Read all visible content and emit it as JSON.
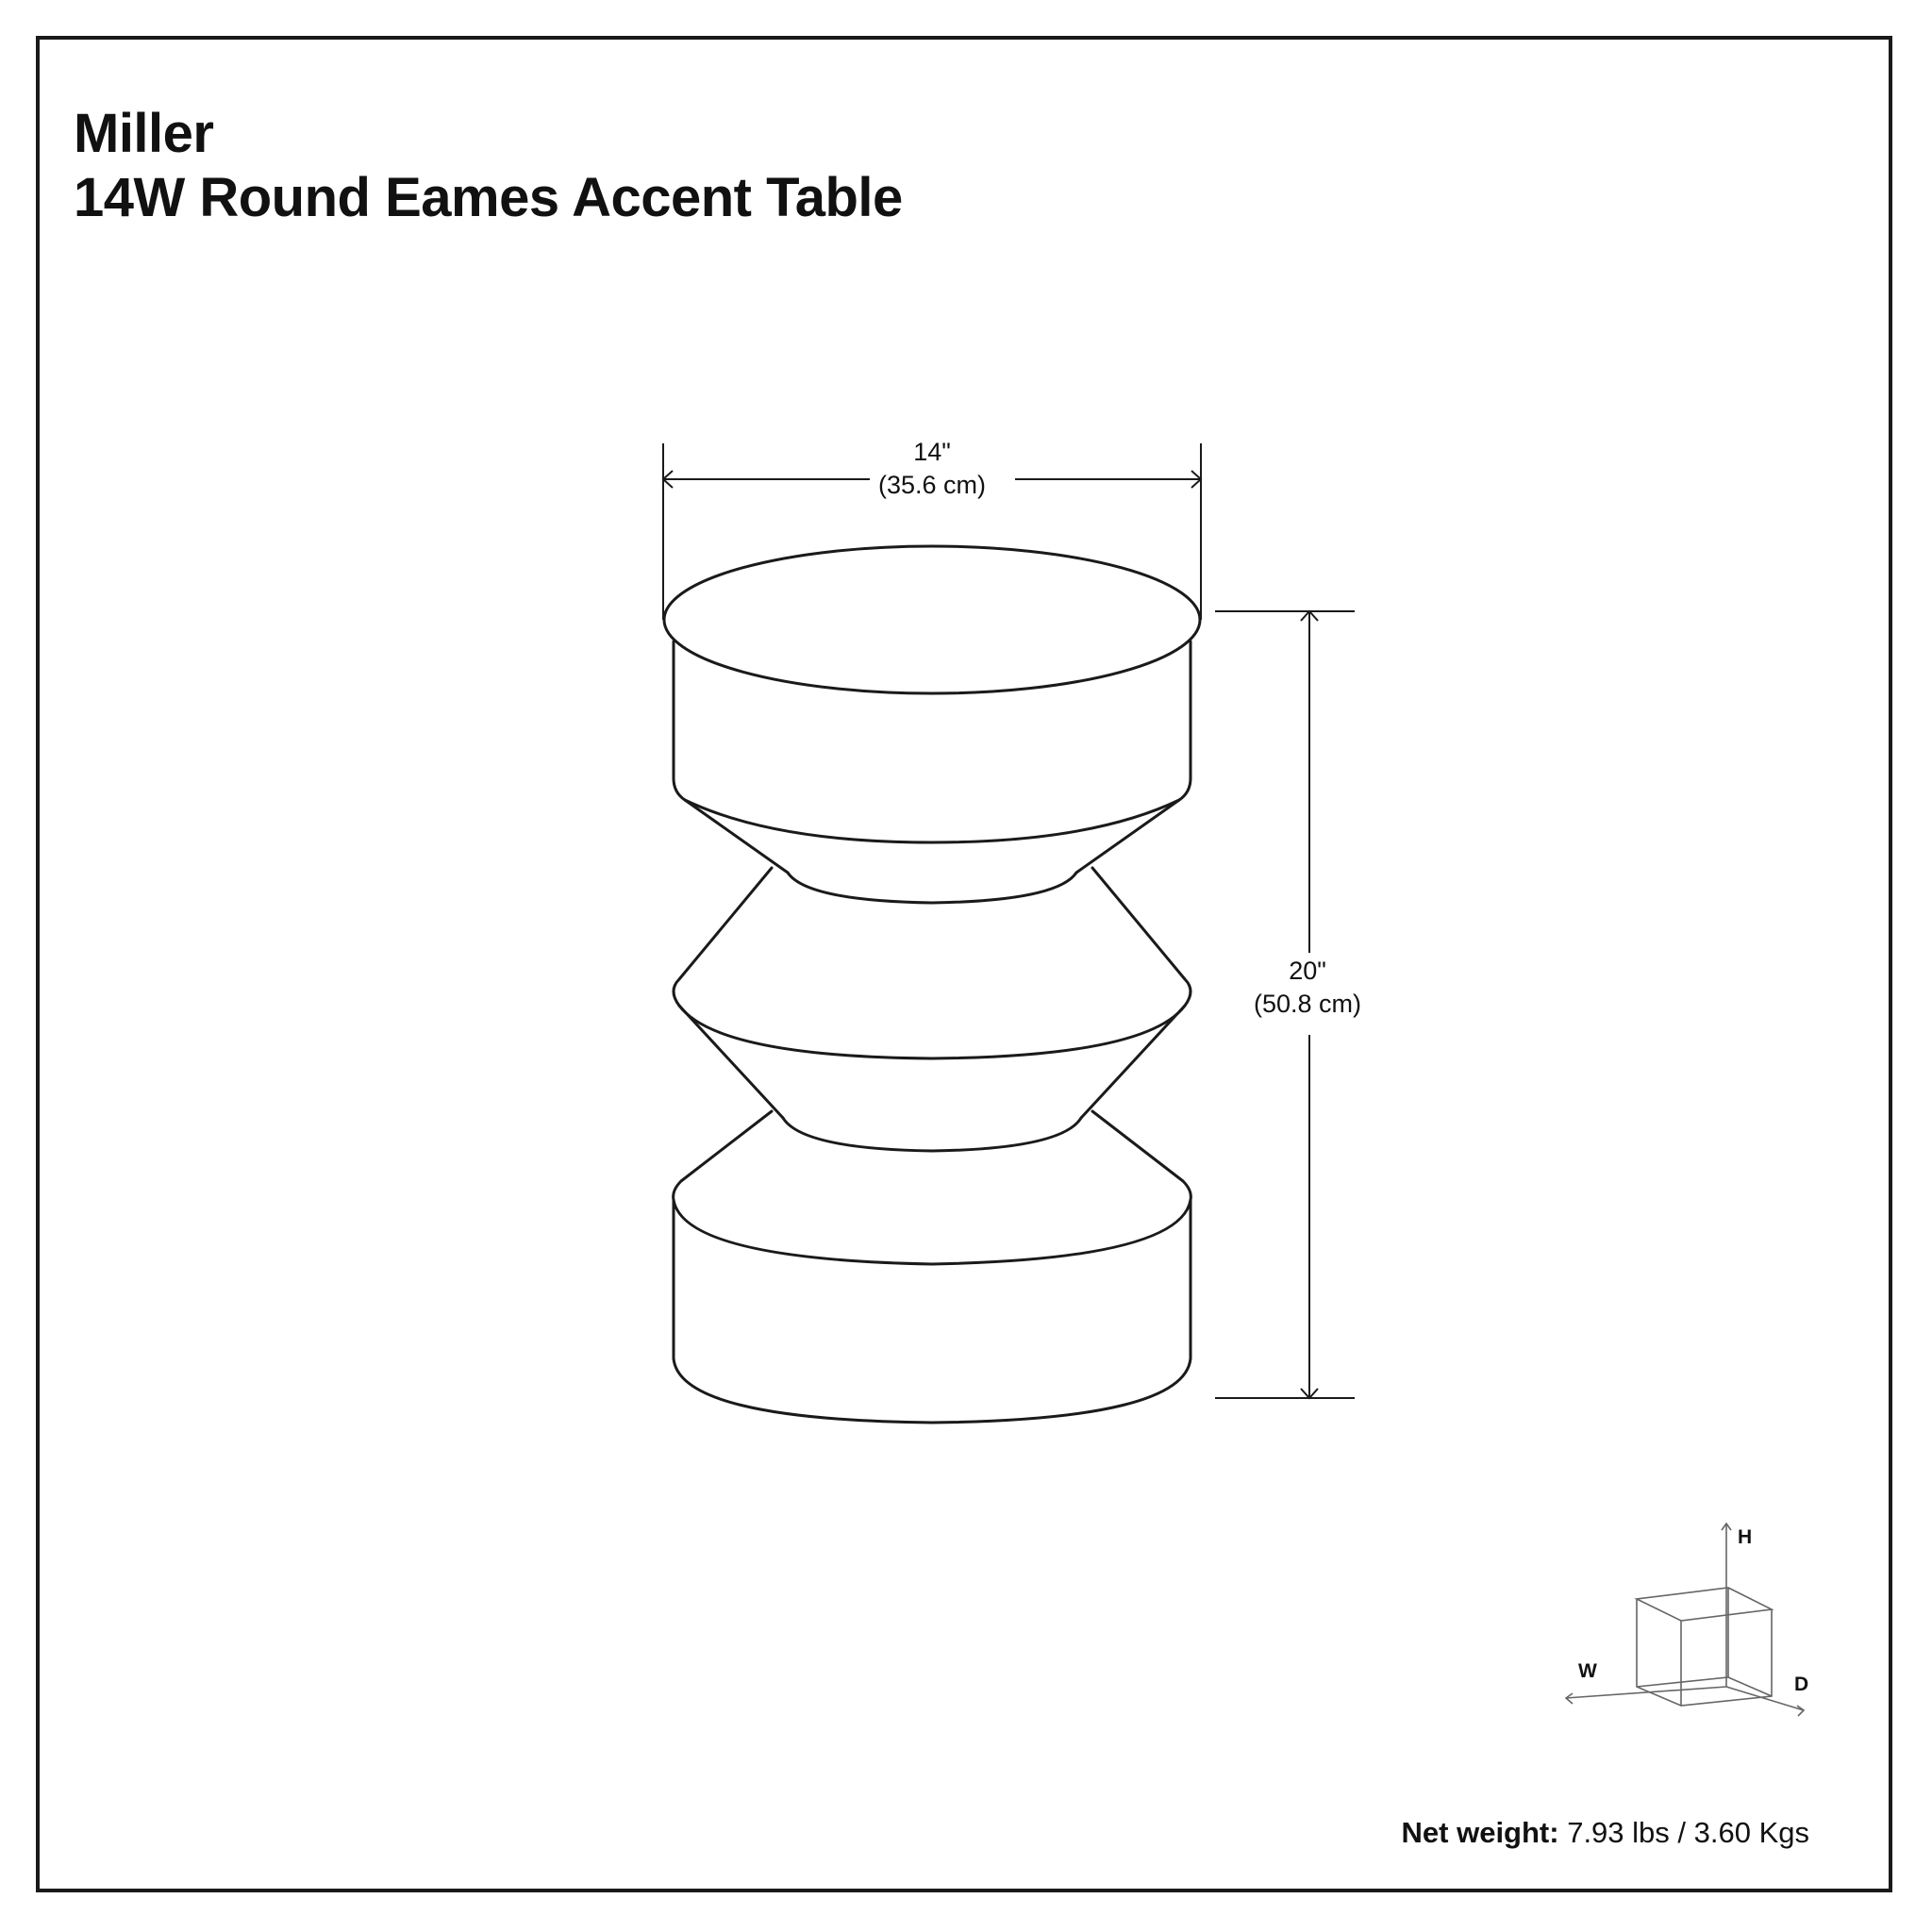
{
  "title": {
    "brand": "Miller",
    "product": "14W Round Eames Accent Table"
  },
  "dimensions": {
    "width": {
      "imperial": "14\"",
      "metric": "(35.6 cm)"
    },
    "height": {
      "imperial": "20\"",
      "metric": "(50.8 cm)"
    }
  },
  "axes": {
    "h": "H",
    "w": "W",
    "d": "D"
  },
  "weight": {
    "label": "Net weight:",
    "value": " 7.93 lbs / 3.60 Kgs"
  },
  "colors": {
    "line": "#1a1a1a",
    "axis_line": "#666666",
    "background": "#ffffff"
  }
}
